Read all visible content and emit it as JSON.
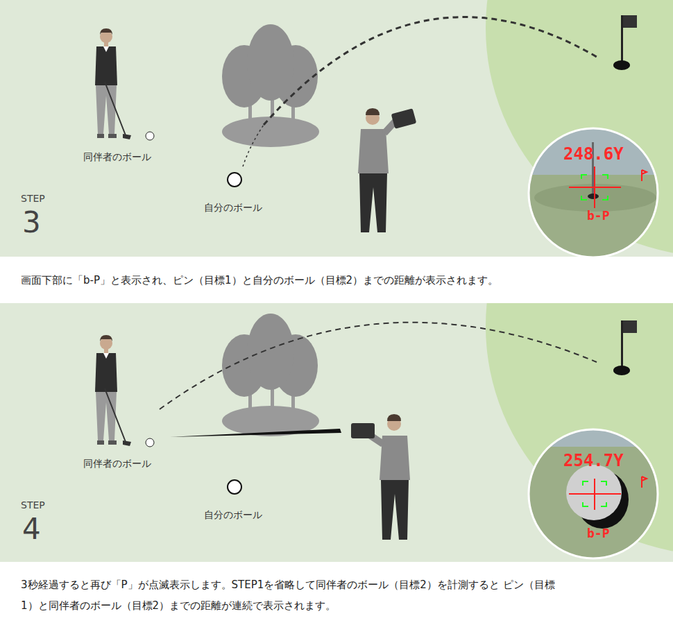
{
  "diagram": {
    "labels": [
      "同伴者のボール",
      "自分のボール",
      "STEP",
      "3",
      "248.6Y",
      "b-P",
      "画面下部に「b-P」と表示され、ピン（目標1）と自分のボール（目標2）までの距離が表示されます。",
      "同伴者のボール",
      "自分のボール",
      "STEP",
      "4",
      "254.7Y",
      "b-P",
      "3秒経過すると再び「P」が点滅表示します。STEP1を省略して同伴者のボール（目標2）を計測すると ピン（目標1）と同伴者のボール（目標2）までの距離が連続で表示されます。"
    ]
  }
}
